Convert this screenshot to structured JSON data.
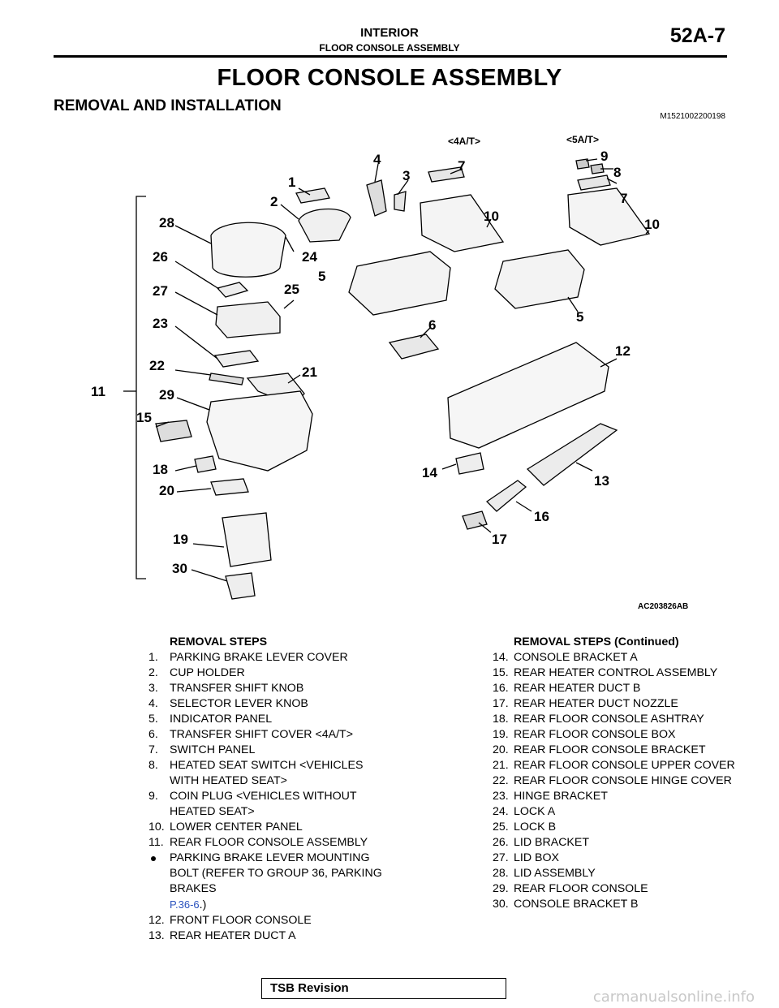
{
  "header": {
    "section": "INTERIOR",
    "subsection": "FLOOR CONSOLE ASSEMBLY",
    "page": "52A-7"
  },
  "title": "FLOOR CONSOLE ASSEMBLY",
  "section_title": "REMOVAL AND INSTALLATION",
  "doc_id": "M1521002200198",
  "diagram": {
    "variant_4at": "<4A/T>",
    "variant_5at": "<5A/T>",
    "figure_id": "AC203826AB",
    "callouts": [
      "1",
      "2",
      "3",
      "4",
      "5",
      "5",
      "6",
      "7",
      "7",
      "8",
      "9",
      "10",
      "10",
      "11",
      "12",
      "13",
      "14",
      "15",
      "16",
      "17",
      "18",
      "19",
      "20",
      "21",
      "22",
      "23",
      "24",
      "25",
      "26",
      "27",
      "28",
      "29",
      "30"
    ]
  },
  "left_column": {
    "heading": "REMOVAL STEPS",
    "steps": [
      {
        "n": "1.",
        "text": "PARKING BRAKE LEVER COVER"
      },
      {
        "n": "2.",
        "text": "CUP HOLDER"
      },
      {
        "n": "3.",
        "text": "TRANSFER SHIFT KNOB"
      },
      {
        "n": "4.",
        "text": "SELECTOR LEVER KNOB"
      },
      {
        "n": "5.",
        "text": "INDICATOR PANEL"
      },
      {
        "n": "6.",
        "text": "TRANSFER SHIFT COVER <4A/T>"
      },
      {
        "n": "7.",
        "text": "SWITCH PANEL"
      },
      {
        "n": "8.",
        "text": "HEATED SEAT SWITCH <VEHICLES WITH HEATED SEAT>"
      },
      {
        "n": "9.",
        "text": "COIN PLUG <VEHICLES WITHOUT HEATED SEAT>"
      },
      {
        "n": "10.",
        "text": "LOWER CENTER PANEL"
      },
      {
        "n": "11.",
        "text": "REAR FLOOR CONSOLE ASSEMBLY"
      }
    ],
    "bullet": {
      "text": "PARKING BRAKE LEVER MOUNTING BOLT (REFER TO GROUP 36, PARKING BRAKES",
      "link": "P.36-6",
      "tail": ".)"
    },
    "steps_after": [
      {
        "n": "12.",
        "text": "FRONT FLOOR CONSOLE"
      },
      {
        "n": "13.",
        "text": "REAR HEATER DUCT A"
      }
    ]
  },
  "right_column": {
    "heading": "REMOVAL STEPS (Continued)",
    "steps": [
      {
        "n": "14.",
        "text": "CONSOLE BRACKET A"
      },
      {
        "n": "15.",
        "text": "REAR HEATER CONTROL ASSEMBLY"
      },
      {
        "n": "16.",
        "text": "REAR HEATER DUCT B"
      },
      {
        "n": "17.",
        "text": "REAR HEATER DUCT NOZZLE"
      },
      {
        "n": "18.",
        "text": "REAR FLOOR CONSOLE ASHTRAY"
      },
      {
        "n": "19.",
        "text": "REAR FLOOR CONSOLE BOX"
      },
      {
        "n": "20.",
        "text": "REAR FLOOR CONSOLE BRACKET"
      },
      {
        "n": "21.",
        "text": "REAR FLOOR CONSOLE UPPER COVER"
      },
      {
        "n": "22.",
        "text": "REAR FLOOR CONSOLE HINGE COVER"
      },
      {
        "n": "23.",
        "text": "HINGE BRACKET"
      },
      {
        "n": "24.",
        "text": "LOCK A"
      },
      {
        "n": "25.",
        "text": "LOCK B"
      },
      {
        "n": "26.",
        "text": "LID BRACKET"
      },
      {
        "n": "27.",
        "text": "LID BOX"
      },
      {
        "n": "28.",
        "text": "LID ASSEMBLY"
      },
      {
        "n": "29.",
        "text": "REAR FLOOR CONSOLE"
      },
      {
        "n": "30.",
        "text": "CONSOLE BRACKET B"
      }
    ]
  },
  "footer": {
    "label": "TSB Revision",
    "watermark": "carmanualsonline.info"
  }
}
